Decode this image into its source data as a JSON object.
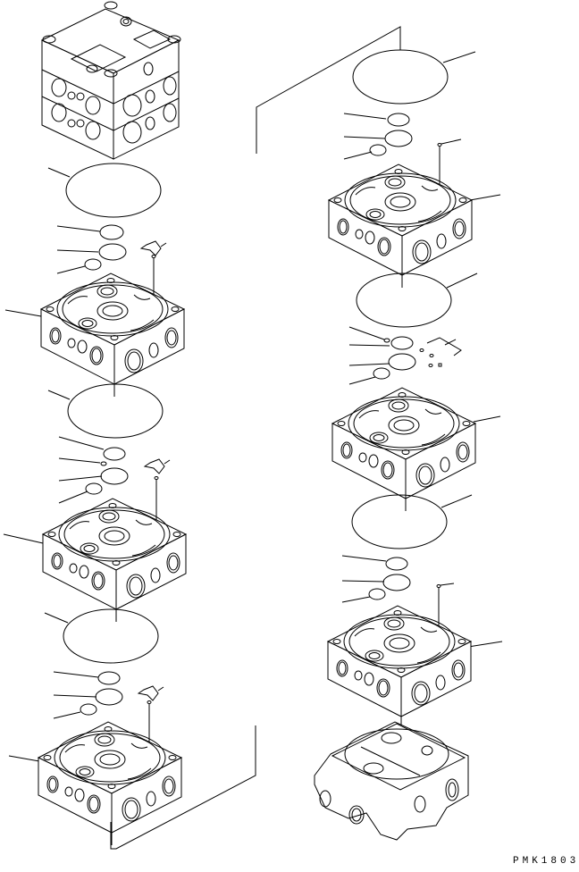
{
  "diagram": {
    "type": "exploded-parts-diagram",
    "subject": "hydraulic control valve sections",
    "drawing_code": "PMK1803",
    "stroke_color": "#000000",
    "background_color": "#ffffff",
    "left_column": [
      {
        "id": "valve-stack-top",
        "kind": "assembled valve block"
      },
      {
        "id": "section-1",
        "kind": "valve section",
        "seals": [
          "large o-ring",
          "o-ring",
          "o-ring",
          "o-ring"
        ],
        "small_parts": [
          "check ball",
          "spring"
        ]
      },
      {
        "id": "section-2",
        "kind": "valve section",
        "seals": [
          "large o-ring",
          "o-ring",
          "small o-ring",
          "o-ring",
          "o-ring"
        ],
        "small_parts": [
          "check ball",
          "spring"
        ]
      },
      {
        "id": "section-3",
        "kind": "valve section",
        "seals": [
          "large o-ring",
          "o-ring",
          "o-ring",
          "o-ring"
        ],
        "small_parts": [
          "check ball",
          "spring"
        ]
      }
    ],
    "right_column": [
      {
        "id": "section-4",
        "kind": "valve section",
        "seals": [
          "large o-ring",
          "o-ring",
          "o-ring",
          "o-ring"
        ],
        "small_parts": [
          "plug"
        ]
      },
      {
        "id": "section-5",
        "kind": "valve section",
        "seals": [
          "large o-ring",
          "small o-ring",
          "o-ring",
          "o-ring",
          "o-ring"
        ],
        "small_parts": [
          "plugs x4"
        ]
      },
      {
        "id": "section-6",
        "kind": "valve section",
        "seals": [
          "large o-ring",
          "o-ring",
          "o-ring",
          "o-ring"
        ],
        "small_parts": [
          "plug"
        ]
      },
      {
        "id": "end-cover",
        "kind": "inlet/end housing"
      }
    ]
  }
}
